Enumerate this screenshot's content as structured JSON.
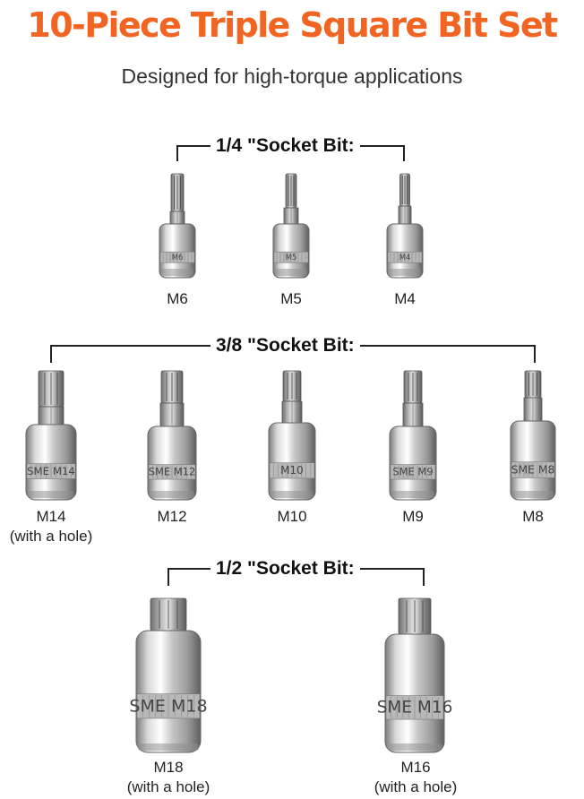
{
  "title": "10-Piece Triple Square Bit Set",
  "subtitle": "Designed for high-torque applications",
  "groups": [
    {
      "label": "1/4 \"Socket Bit:",
      "bits": [
        {
          "size": "M6",
          "note": "",
          "engraving": "M6"
        },
        {
          "size": "M5",
          "note": "",
          "engraving": "M5"
        },
        {
          "size": "M4",
          "note": "",
          "engraving": "M4"
        }
      ]
    },
    {
      "label": "3/8 \"Socket Bit:",
      "bits": [
        {
          "size": "M14",
          "note": "(with a hole)",
          "engraving": "SME M14"
        },
        {
          "size": "M12",
          "note": "",
          "engraving": "SME M12"
        },
        {
          "size": "M10",
          "note": "",
          "engraving": "M10"
        },
        {
          "size": "M9",
          "note": "",
          "engraving": "SME M9"
        },
        {
          "size": "M8",
          "note": "",
          "engraving": "SME M8"
        }
      ]
    },
    {
      "label": "1/2 \"Socket Bit:",
      "bits": [
        {
          "size": "M18",
          "note": "(with a hole)",
          "engraving": "SME M18"
        },
        {
          "size": "M16",
          "note": "(with a hole)",
          "engraving": "SME M16"
        }
      ]
    }
  ],
  "colors": {
    "accent": "#f26422",
    "metal_light": "#f4f4f4",
    "metal_dark": "#6a6a6a"
  }
}
